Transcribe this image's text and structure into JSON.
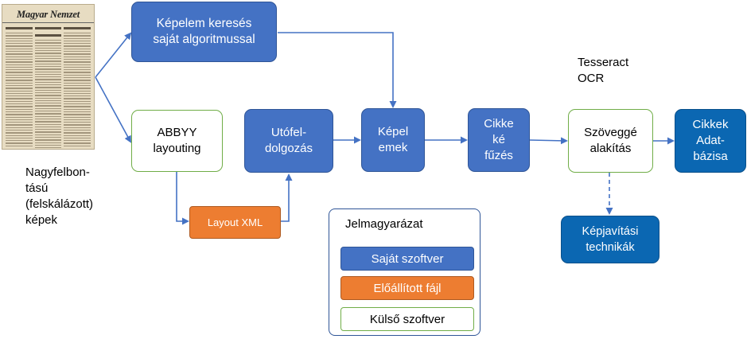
{
  "newspaper": {
    "masthead": "Magyar Nemzet"
  },
  "caption": "Nagyfelbon-\ntású\n(felskálázott)\nképek",
  "nodes": {
    "kepelem_kereses": "Képelem keresés\nsaját algoritmussal",
    "abbyy": "ABBYY\nlayouting",
    "layout_xml": "Layout XML",
    "utofeldolgozas": "Utófel-\ndolgozás",
    "kepelemek": "Képel\nemek",
    "cikkekfuzes": "Cikke\nké\nfűzés",
    "szovegge": "Szöveggé\nalakítás",
    "cikkek_adatbazis": "Cikkek\nAdat-\nbázisa",
    "kepjavitasi": "Képjavítási\ntechnikák"
  },
  "tesseract_label": "Tesseract\nOCR",
  "legend": {
    "title": "Jelmagyarázat",
    "items": [
      {
        "label": "Saját szoftver",
        "color": "#4472c4"
      },
      {
        "label": "Előállított fájl",
        "color": "#ed7d31"
      },
      {
        "label": "Külső szoftver",
        "color": "#70ad47"
      }
    ]
  }
}
